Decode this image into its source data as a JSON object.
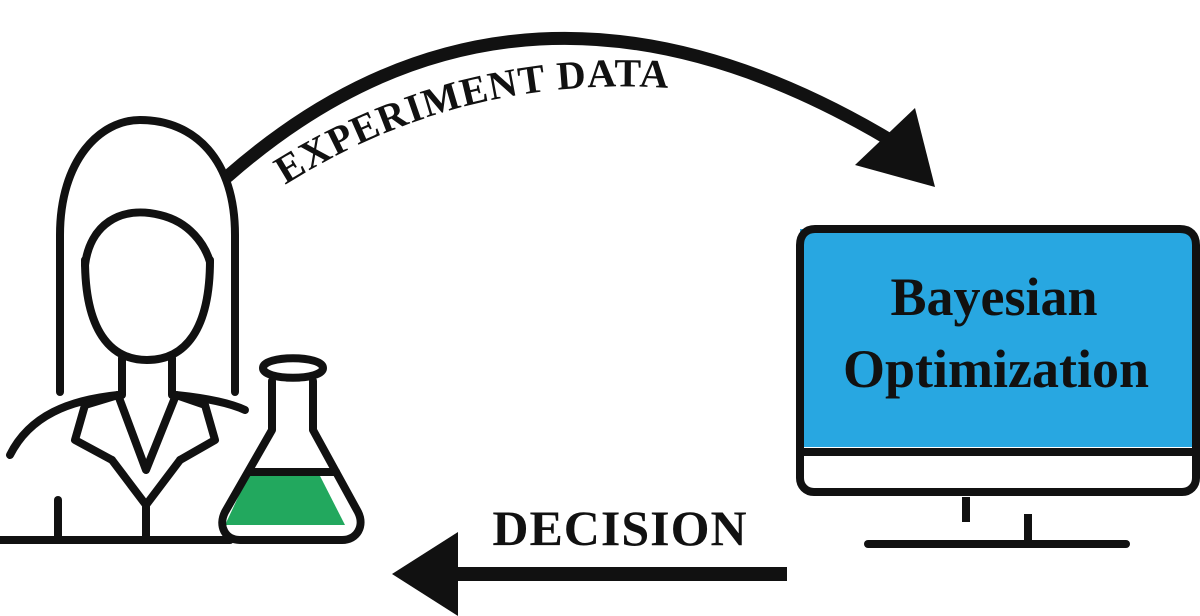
{
  "diagram": {
    "top_arrow_label": "EXPERIMENT DATA",
    "bottom_arrow_label": "DECISION",
    "monitor": {
      "line1": "Bayesian",
      "line2": "Optimization"
    },
    "colors": {
      "stroke": "#111111",
      "screen": "#28a7e1",
      "liquid": "#22a85e",
      "background": "#ffffff"
    },
    "icons": [
      "scientist-icon",
      "flask-icon",
      "monitor-icon"
    ]
  }
}
